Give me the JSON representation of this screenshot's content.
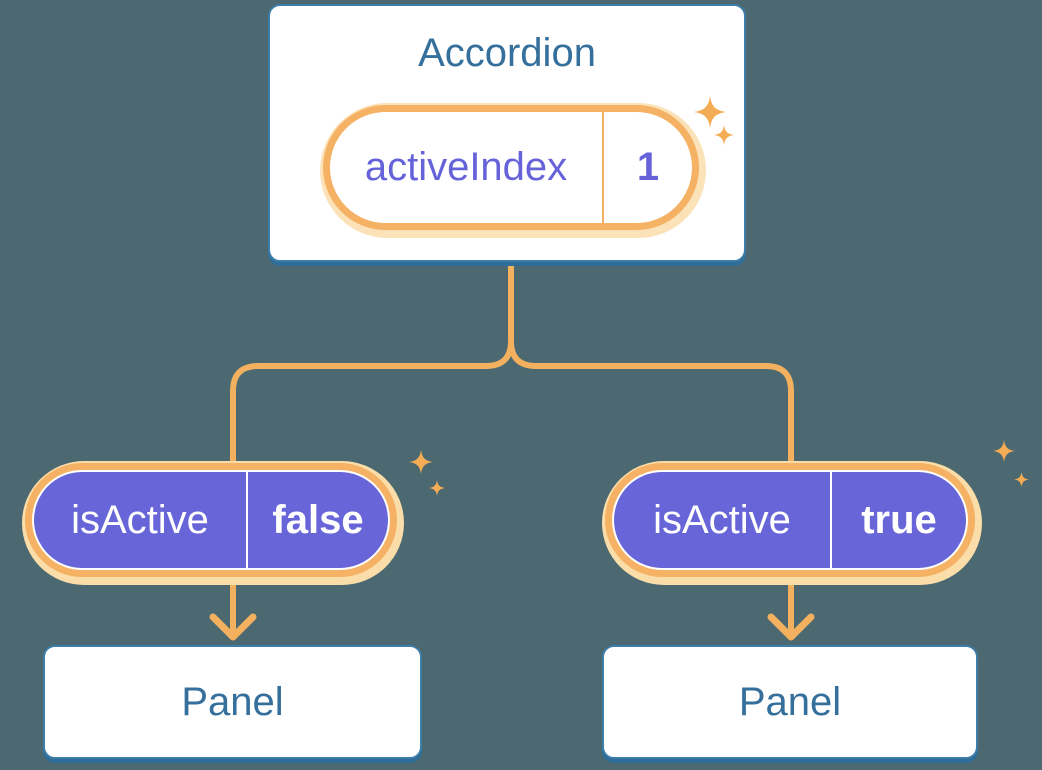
{
  "diagram": {
    "description": "Component tree showing state passed down as props",
    "root": {
      "title": "Accordion",
      "state": {
        "name": "activeIndex",
        "value": "1"
      }
    },
    "children": [
      {
        "prop_name": "isActive",
        "prop_value": "false",
        "node_label": "Panel"
      },
      {
        "prop_name": "isActive",
        "prop_value": "true",
        "node_label": "Panel"
      }
    ]
  },
  "colors": {
    "background": "#4C6971",
    "card_fill": "#FFFFFF",
    "card_border_blue": "#3D7DA9",
    "card_shadow_blue": "#2F6D99",
    "heading_text_blue": "#356F9C",
    "state_text_purple": "#6562DA",
    "prop_pill_purple": "#6765D8",
    "prop_text_white": "#FFFFFF",
    "ring_orange": "#F5B164",
    "halo_orange": "#FADDA8",
    "connector_orange": "#F3B05F",
    "sparkle_orange": "#F4AC55"
  }
}
